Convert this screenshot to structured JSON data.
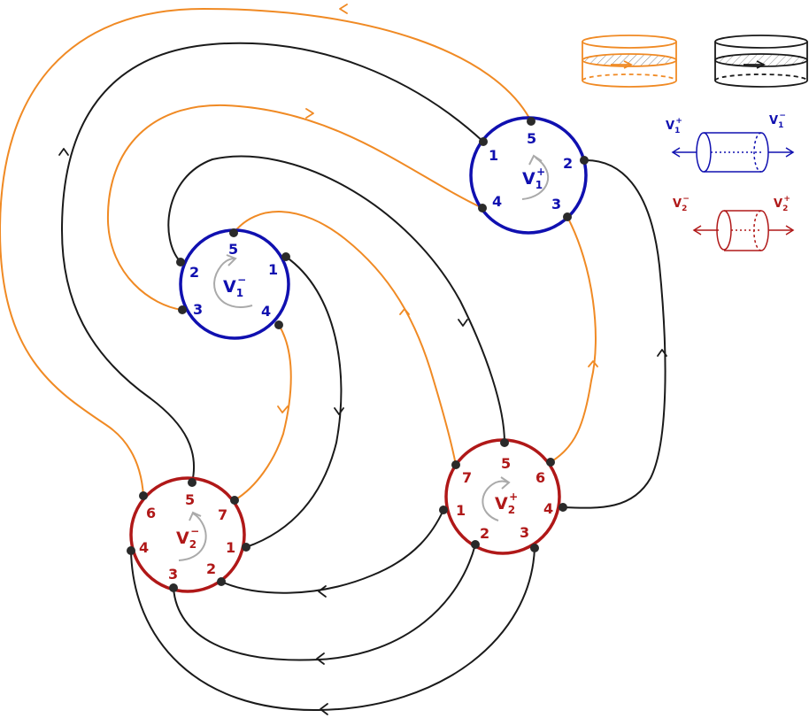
{
  "colors": {
    "orange": "#f08a24",
    "black": "#1a1a1a",
    "blue": "#1010b0",
    "red": "#b01818",
    "gray": "#aaaaaa"
  },
  "vertices": {
    "v1_plus": {
      "label": "V",
      "sub": "1",
      "sup": "+",
      "ports": [
        "1",
        "2",
        "3",
        "4",
        "5"
      ]
    },
    "v1_minus": {
      "label": "V",
      "sub": "1",
      "sup": "−",
      "ports": [
        "1",
        "2",
        "3",
        "4",
        "5"
      ]
    },
    "v2_plus": {
      "label": "V",
      "sub": "2",
      "sup": "+",
      "ports": [
        "1",
        "2",
        "3",
        "4",
        "5",
        "6",
        "7"
      ]
    },
    "v2_minus": {
      "label": "V",
      "sub": "2",
      "sup": "−",
      "ports": [
        "1",
        "2",
        "3",
        "4",
        "5",
        "6",
        "7"
      ]
    }
  },
  "legend": {
    "blue_left": {
      "label": "V",
      "sub": "1",
      "sup": "+"
    },
    "blue_right": {
      "label": "V",
      "sub": "1",
      "sup": "−"
    },
    "red_left": {
      "label": "V",
      "sub": "2",
      "sup": "−"
    },
    "red_right": {
      "label": "V",
      "sub": "2",
      "sup": "+"
    },
    "icons": [
      "orange-ribbon-cylinder-icon",
      "black-ribbon-cylinder-icon",
      "blue-tube-icon",
      "red-tube-icon"
    ]
  }
}
